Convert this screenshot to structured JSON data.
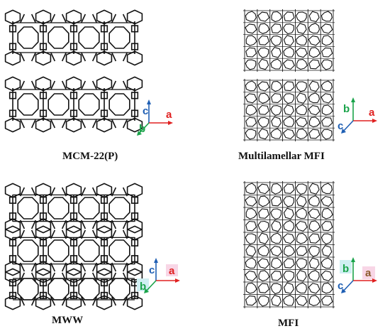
{
  "panels": [
    {
      "id": "mcm22p",
      "label": "MCM-22(P)",
      "framework": "MWW-layered",
      "axes": [
        "c",
        "b",
        "a"
      ]
    },
    {
      "id": "multilamellar-mfi",
      "label": "Multilamellar MFI",
      "framework": "MFI-layered",
      "axes": [
        "b",
        "c",
        "a"
      ]
    },
    {
      "id": "mww",
      "label": "MWW",
      "framework": "MWW",
      "axes": [
        "c",
        "b",
        "a"
      ]
    },
    {
      "id": "mfi",
      "label": "MFI",
      "framework": "MFI",
      "axes": [
        "b",
        "c",
        "a"
      ]
    }
  ],
  "colors": {
    "framework_stroke": "#111111",
    "axis_c_mww": "#1f5fb4",
    "axis_b_mww": "#1aa34a",
    "axis_a": "#e02020",
    "axis_b_mfi": "#1aa34a",
    "axis_c_mfi": "#1f5fb4",
    "axis_a_mfi_bottom": "#8b5a2b",
    "axis_highlight_pink": "#f8d6e6",
    "axis_highlight_cyan": "#cfeff2"
  }
}
